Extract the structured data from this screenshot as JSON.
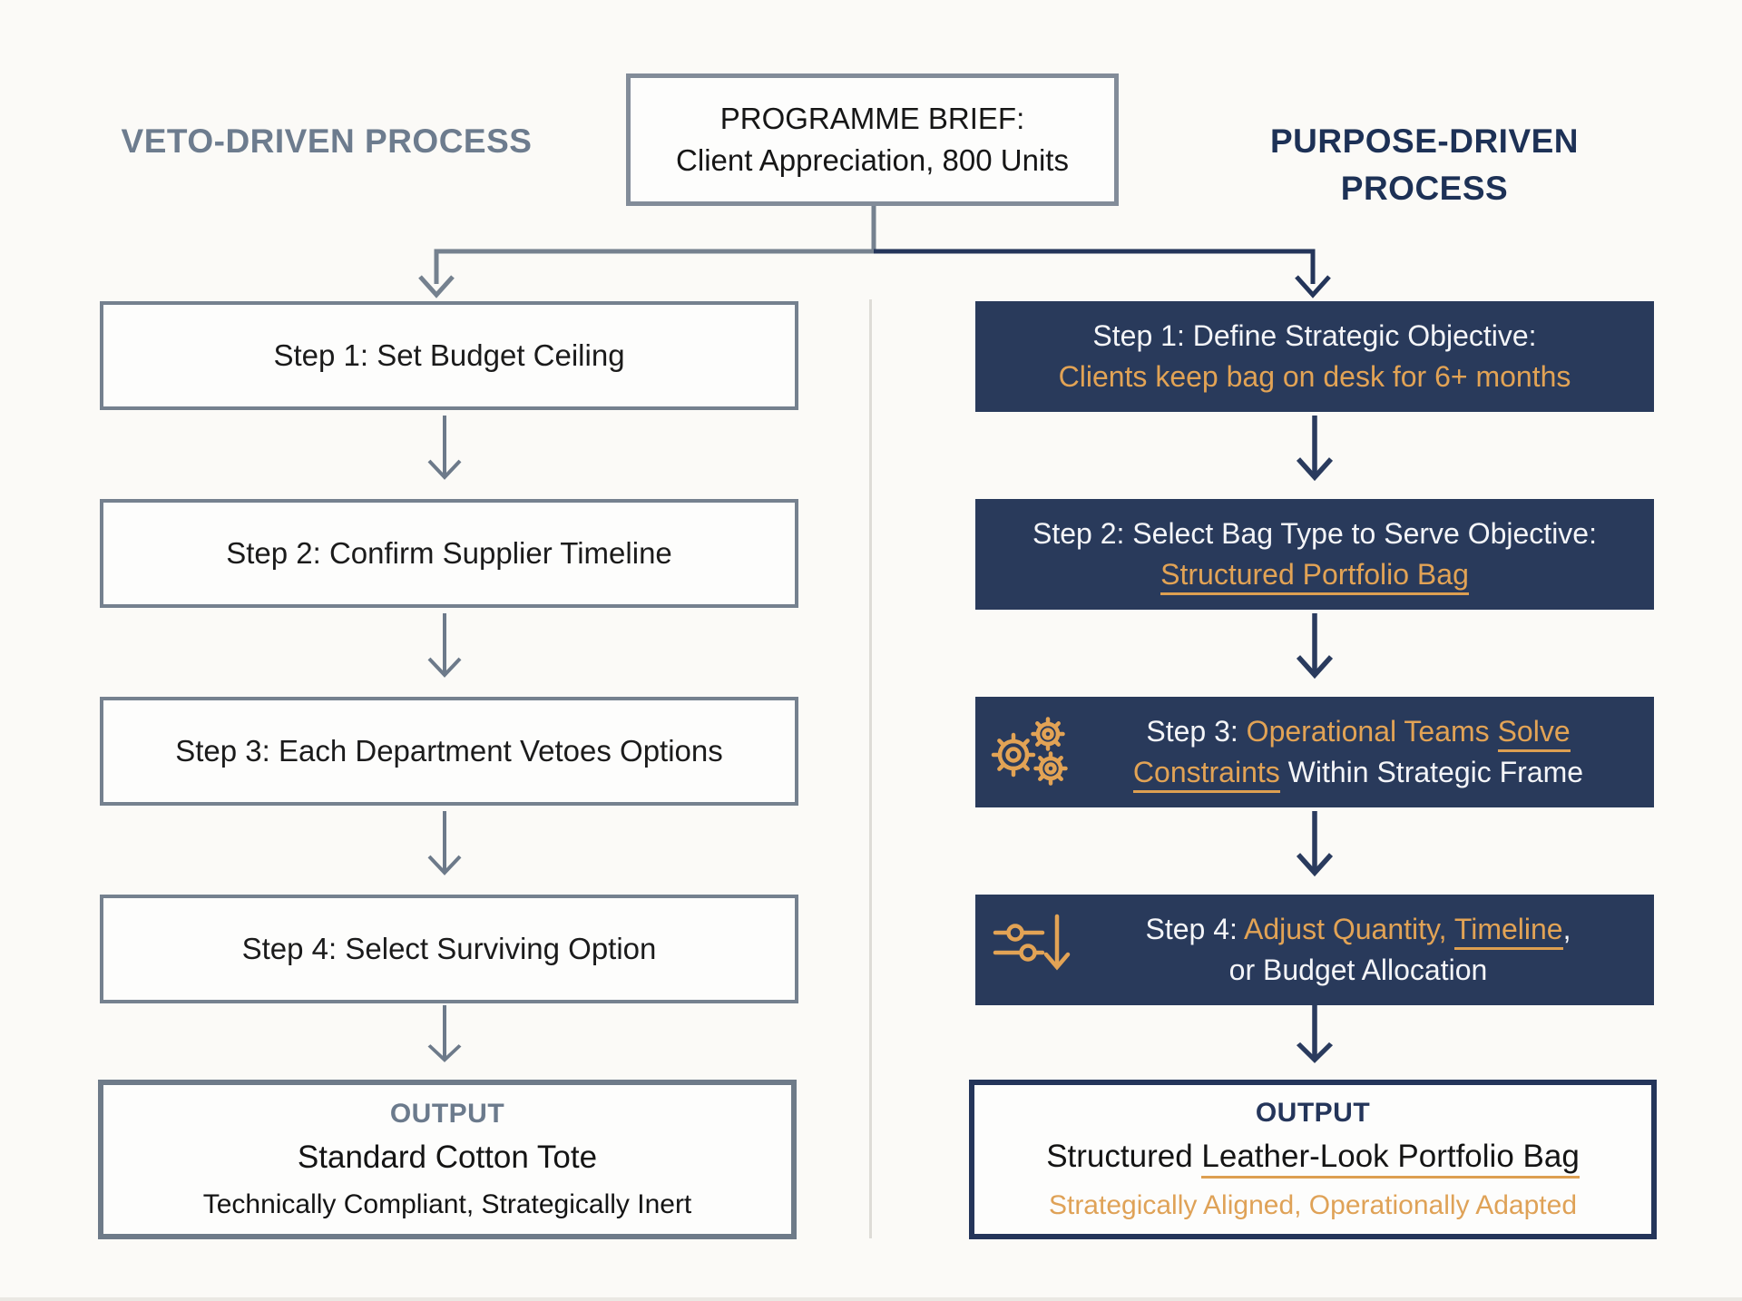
{
  "diagram": {
    "brief": {
      "line1": "PROGRAMME BRIEF:",
      "line2": "Client Appreciation, 800 Units"
    },
    "left": {
      "title": "VETO-DRIVEN PROCESS",
      "steps": [
        "Step 1: Set Budget Ceiling",
        "Step 2: Confirm Supplier Timeline",
        "Step 3: Each Department Vetoes Options",
        "Step 4: Select Surviving Option"
      ],
      "output": {
        "label": "OUTPUT",
        "line1": "Standard Cotton Tote",
        "line2": "Technically Compliant, Strategically Inert"
      }
    },
    "right": {
      "title": "PURPOSE-DRIVEN PROCESS",
      "steps": [
        {
          "line1": "Step 1: Define Strategic Objective:",
          "line2": "Clients keep bag on desk for 6+ months"
        },
        {
          "line1": "Step 2: Select Bag Type to Serve Objective:",
          "line2": "Structured Portfolio Bag"
        },
        {
          "icon": "gears-icon",
          "l1a": "Step 3: ",
          "l1b": "Operational Teams ",
          "l1c": "Solve",
          "l2a": "Constraints",
          "l2b": " Within Strategic Frame"
        },
        {
          "icon": "sliders-icon",
          "l1a": "Step 4: ",
          "l1b": "Adjust Quantity, ",
          "l1c": "Timeline",
          "l1d": ",",
          "line2": "or Budget Allocation"
        }
      ],
      "output": {
        "label": "OUTPUT",
        "line1_plain": "Structured ",
        "line1_underlined": "Leather-Look Portfolio Bag",
        "line2": "Strategically Aligned, Operationally Adapted"
      }
    },
    "colors": {
      "navy_box": "#293a5b",
      "navy_text": "#1d3156",
      "orange": "#e2a355",
      "slate_border": "#75818f",
      "slate_text": "#6d7c8e",
      "background": "#fbfaf7"
    }
  }
}
